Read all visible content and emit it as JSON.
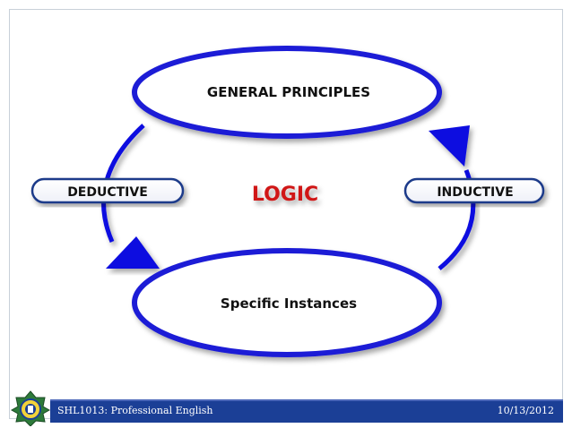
{
  "diagram": {
    "top_node": "GENERAL PRINCIPLES",
    "bottom_node": "Specific Instances",
    "center": "LOGIC",
    "left_label": "DEDUCTIVE",
    "right_label": "INDUCTIVE"
  },
  "footer": {
    "course": "SHL1013: Professional English",
    "date": "10/13/2012"
  },
  "colors": {
    "ellipse_stroke": "#1a1ad6",
    "arrow": "#0a0ae0",
    "center_text": "#d01818",
    "footer_bg": "#1b3f96"
  }
}
